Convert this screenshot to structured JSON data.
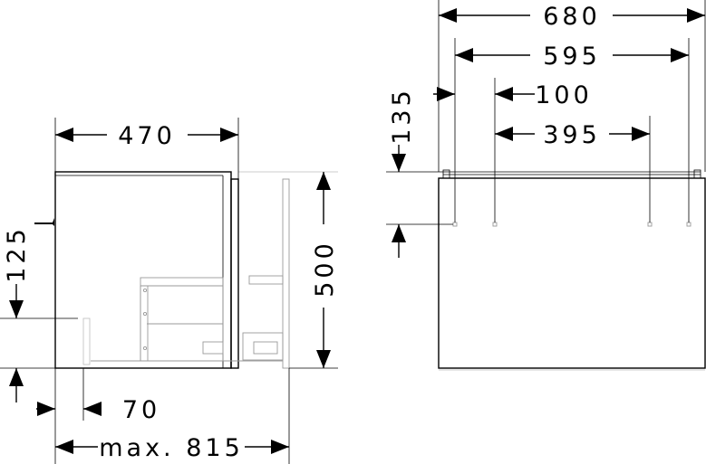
{
  "dimensions": {
    "depth_470": "470",
    "height_125": "125",
    "height_500": "500",
    "offset_70": "70",
    "max_815": "max. 815",
    "width_680": "680",
    "width_595": "595",
    "height_135": "135",
    "offset_100": "100",
    "width_395": "395"
  }
}
